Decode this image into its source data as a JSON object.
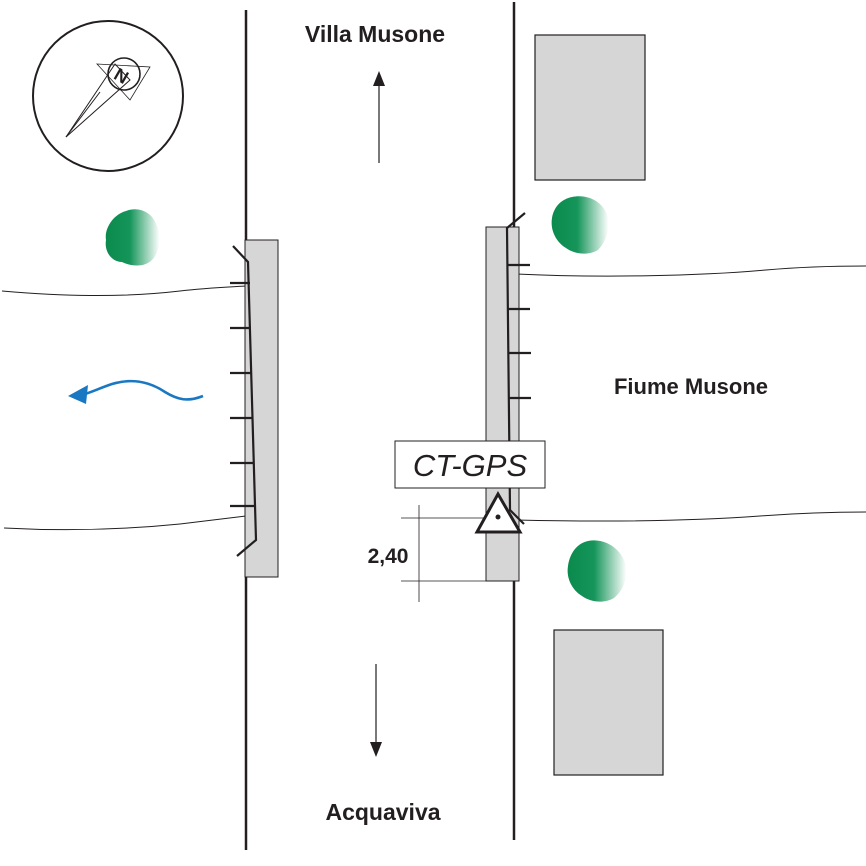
{
  "labels": {
    "north_town": "Villa Musone",
    "south_town": "Acquaviva",
    "river": "Fiume Musone",
    "station": "CT-GPS",
    "distance": "2,40"
  },
  "compass": {
    "letter": "N"
  },
  "colors": {
    "line": "#231f20",
    "building_fill": "#d6d6d6",
    "tree_dark": "#0a8a4c",
    "tree_light": "#ffffff",
    "flow_arrow": "#1a78c2"
  }
}
